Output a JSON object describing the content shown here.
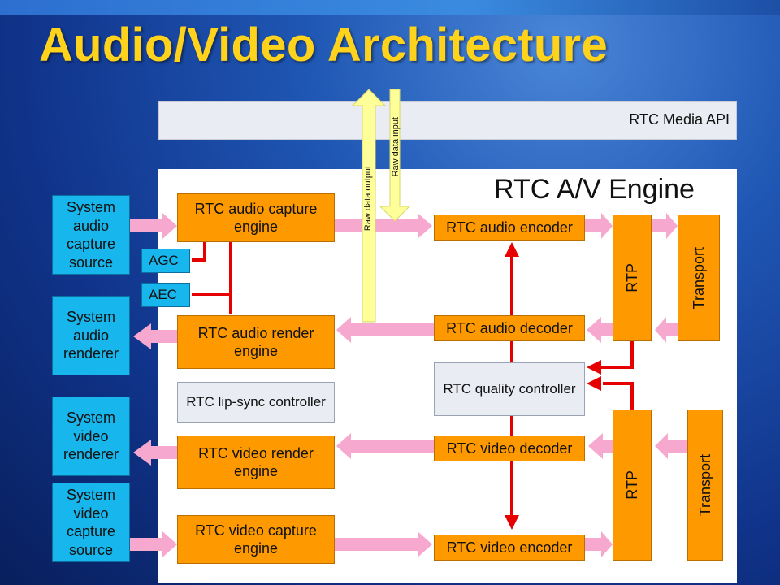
{
  "title": "Audio/Video Architecture",
  "media_api": {
    "label": "RTC Media API"
  },
  "engine": {
    "label": "RTC A/V Engine"
  },
  "raw_data": {
    "output": "Raw data output",
    "input": "Raw data input"
  },
  "system_boxes": {
    "audio_capture": "System audio capture source",
    "audio_renderer": "System audio renderer",
    "video_renderer": "System video renderer",
    "video_capture": "System video capture source"
  },
  "controls": {
    "agc": "AGC",
    "aec": "AEC"
  },
  "engines": {
    "audio_capture": "RTC audio capture engine",
    "audio_render": "RTC audio render engine",
    "lipsync": "RTC lip-sync controller",
    "video_render": "RTC video render engine",
    "video_capture": "RTC video capture engine"
  },
  "codecs": {
    "audio_encoder": "RTC audio encoder",
    "audio_decoder": "RTC audio decoder",
    "quality": "RTC quality controller",
    "video_decoder": "RTC video decoder",
    "video_encoder": "RTC video encoder"
  },
  "rtp": {
    "audio": "RTP",
    "video": "RTP"
  },
  "transport": {
    "audio": "Transport",
    "video": "Transport"
  },
  "colors": {
    "title": "#ffd21c",
    "engine_box": "#ff9900",
    "system_box": "#17b6ec",
    "controller_box": "#e9ecf3",
    "media_flow": "#f7a8cf",
    "control_line": "#e60000",
    "raw_data_arrow": "#ffff99"
  }
}
